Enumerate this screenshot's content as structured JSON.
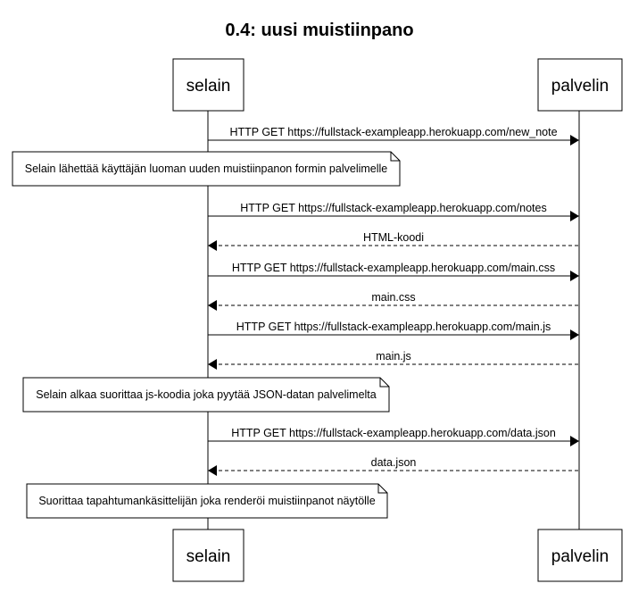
{
  "title": "0.4: uusi muistiinpano",
  "participants": [
    "selain",
    "palvelin"
  ],
  "steps": [
    {
      "kind": "message",
      "direction": "to-server",
      "style": "solid",
      "label": "HTTP GET  https://fullstack-exampleapp.herokuapp.com/new_note"
    },
    {
      "kind": "note",
      "label": "Selain lähettää käyttäjän luoman uuden muistiinpanon formin palvelimelle"
    },
    {
      "kind": "message",
      "direction": "to-server",
      "style": "solid",
      "label": "HTTP GET  https://fullstack-exampleapp.herokuapp.com/notes"
    },
    {
      "kind": "message",
      "direction": "to-browser",
      "style": "dashed",
      "label": "HTML-koodi"
    },
    {
      "kind": "message",
      "direction": "to-server",
      "style": "solid",
      "label": "HTTP GET https://fullstack-exampleapp.herokuapp.com/main.css"
    },
    {
      "kind": "message",
      "direction": "to-browser",
      "style": "dashed",
      "label": "main.css"
    },
    {
      "kind": "message",
      "direction": "to-server",
      "style": "solid",
      "label": "HTTP GET https://fullstack-exampleapp.herokuapp.com/main.js"
    },
    {
      "kind": "message",
      "direction": "to-browser",
      "style": "dashed",
      "label": "main.js"
    },
    {
      "kind": "note",
      "label": "Selain alkaa suorittaa js-koodia joka pyytää JSON-datan palvelimelta"
    },
    {
      "kind": "message",
      "direction": "to-server",
      "style": "solid",
      "label": "HTTP GET https://fullstack-exampleapp.herokuapp.com/data.json"
    },
    {
      "kind": "message",
      "direction": "to-browser",
      "style": "dashed",
      "label": "data.json"
    },
    {
      "kind": "note",
      "label": "Suorittaa tapahtumankäsittelijän joka renderöi muistiinpanot näytölle"
    }
  ]
}
